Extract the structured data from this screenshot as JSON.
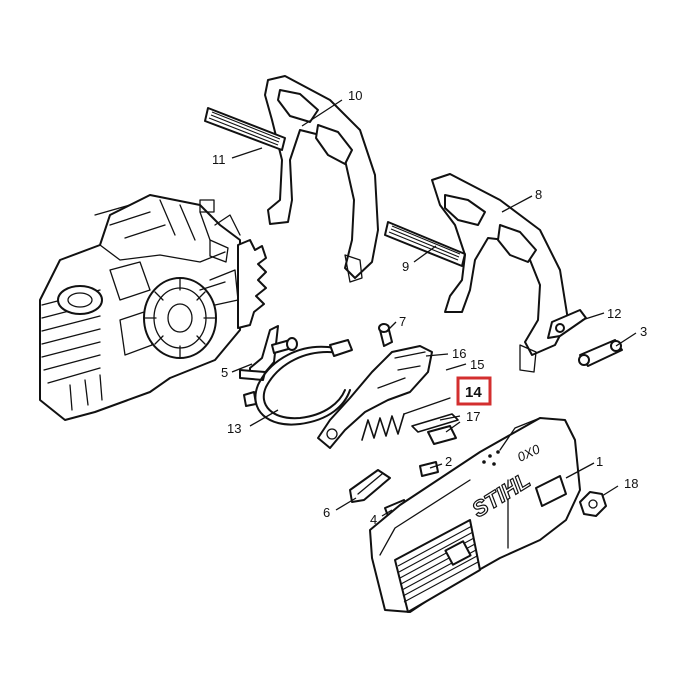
{
  "callouts": [
    {
      "id": "p1",
      "label": "1"
    },
    {
      "id": "p2",
      "label": "2"
    },
    {
      "id": "p3",
      "label": "3"
    },
    {
      "id": "p4",
      "label": "4"
    },
    {
      "id": "p5",
      "label": "5"
    },
    {
      "id": "p6",
      "label": "6"
    },
    {
      "id": "p7",
      "label": "7"
    },
    {
      "id": "p8",
      "label": "8"
    },
    {
      "id": "p9",
      "label": "9"
    },
    {
      "id": "p10",
      "label": "10"
    },
    {
      "id": "p11",
      "label": "11"
    },
    {
      "id": "p12",
      "label": "12"
    },
    {
      "id": "p13",
      "label": "13"
    },
    {
      "id": "p14",
      "label": "14",
      "highlighted": true
    },
    {
      "id": "p15",
      "label": "15"
    },
    {
      "id": "p16",
      "label": "16"
    },
    {
      "id": "p17",
      "label": "17"
    },
    {
      "id": "p18",
      "label": "18"
    }
  ],
  "cover_text": {
    "brand": "STIHL",
    "model": "0X0"
  },
  "highlight_color": "#d32f2f"
}
